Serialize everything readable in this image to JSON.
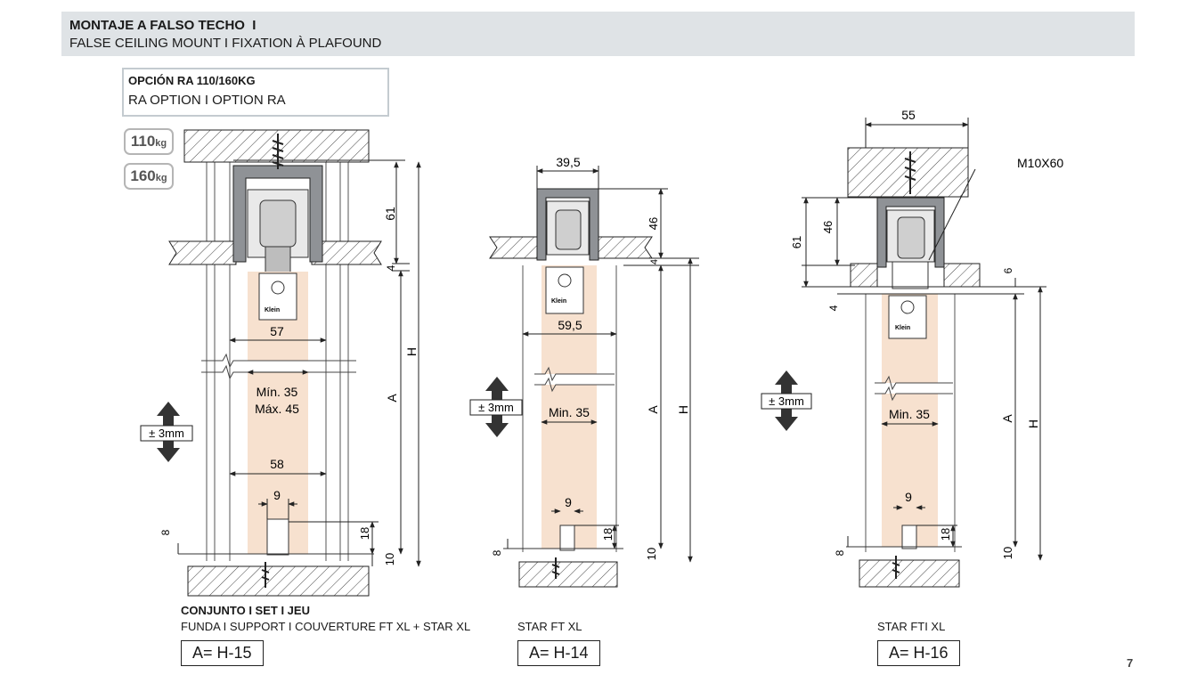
{
  "header": {
    "title": "MONTAJE A FALSO TECHO",
    "title_sep": "I",
    "subtitle": "FALSE CEILING  MOUNT  I  FIXATION À PLAFOUND"
  },
  "option": {
    "title": "OPCIÓN RA 110/160KG",
    "subtitle": "RA OPTION   I  OPTION RA"
  },
  "badges": [
    {
      "value": "110",
      "unit": "kg"
    },
    {
      "value": "160",
      "unit": "kg"
    }
  ],
  "brand_label": "Klein",
  "adjust_label": "± 3mm",
  "fig1": {
    "caption_bold": "CONJUNTO I SET I JEU",
    "caption": "FUNDA I SUPPORT I COUVERTURE FT XL + STAR XL",
    "formula": "A= H-15",
    "dims": {
      "d61": "61",
      "d4": "4",
      "w57": "57",
      "min": "Mín. 35",
      "max": "Máx. 45",
      "w58": "58",
      "w9": "9",
      "d8": "8",
      "d18": "18",
      "d10": "10",
      "A": "A",
      "H": "H"
    }
  },
  "fig2": {
    "caption": "STAR FT XL",
    "formula": "A= H-14",
    "dims": {
      "w395": "39,5",
      "d46": "46",
      "d4": "4",
      "w595": "59,5",
      "min": "Min.  35",
      "w9": "9",
      "d8": "8",
      "d18": "18",
      "d10": "10",
      "A": "A",
      "H": "H"
    }
  },
  "fig3": {
    "caption": "STAR FTI XL",
    "formula": "A= H-16",
    "dims": {
      "w55": "55",
      "screw": "M10X60",
      "d61": "61",
      "d46": "46",
      "d6": "6",
      "d4": "4",
      "min": "Min.  35",
      "w9": "9",
      "d8": "8",
      "d18": "18",
      "d10": "10",
      "A": "A",
      "H": "H"
    }
  },
  "page_number": "7",
  "colors": {
    "header_bg": "#dfe3e6",
    "door": "#f7e1cf",
    "profile": "#8f9296",
    "line": "#222222"
  },
  "icons": [
    "up-down-arrow-icon",
    "screw-icon",
    "hatch-pattern"
  ]
}
